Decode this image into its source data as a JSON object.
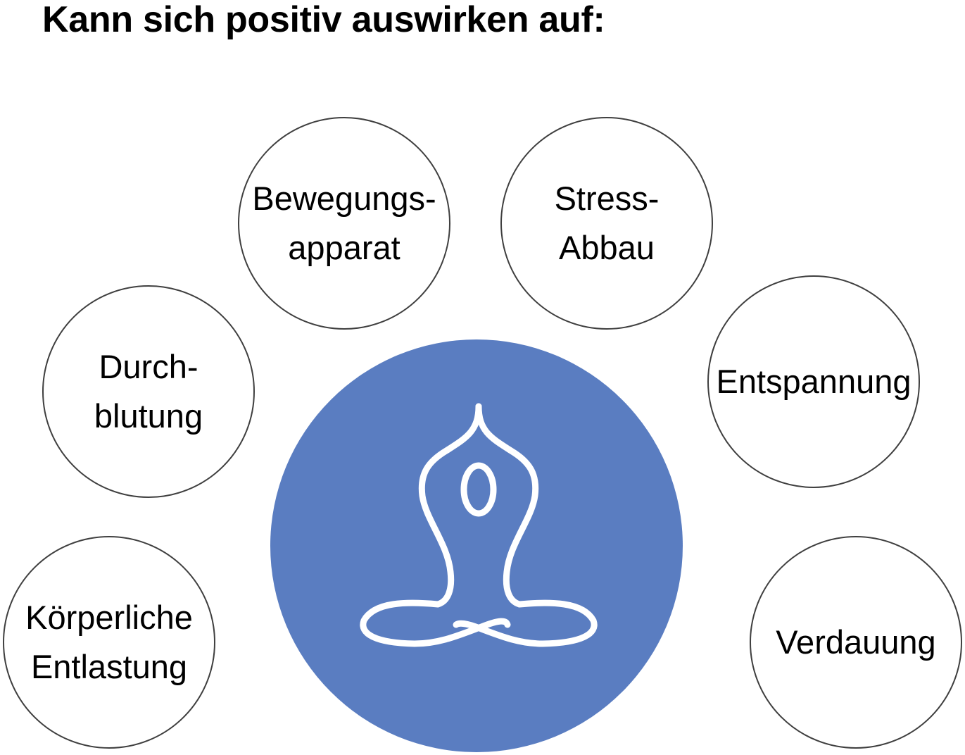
{
  "title": "Kann sich positiv auswirken auf:",
  "colors": {
    "center_fill": "#5a7dc1",
    "bubble_border": "#3f3f3f",
    "icon_stroke": "#ffffff"
  },
  "center_icon": "meditation-figure-icon",
  "bubbles": {
    "bewegungsapparat": {
      "line1": "Bewegungs-",
      "line2": "apparat"
    },
    "stress_abbau": {
      "line1": "Stress-",
      "line2": "Abbau"
    },
    "durchblutung": {
      "line1": "Durch-",
      "line2": "blutung"
    },
    "entspannung": {
      "line1": "Entspannung"
    },
    "koerperliche_entlastung": {
      "line1": "Körperliche",
      "line2": "Entlastung"
    },
    "verdauung": {
      "line1": "Verdauung"
    }
  }
}
